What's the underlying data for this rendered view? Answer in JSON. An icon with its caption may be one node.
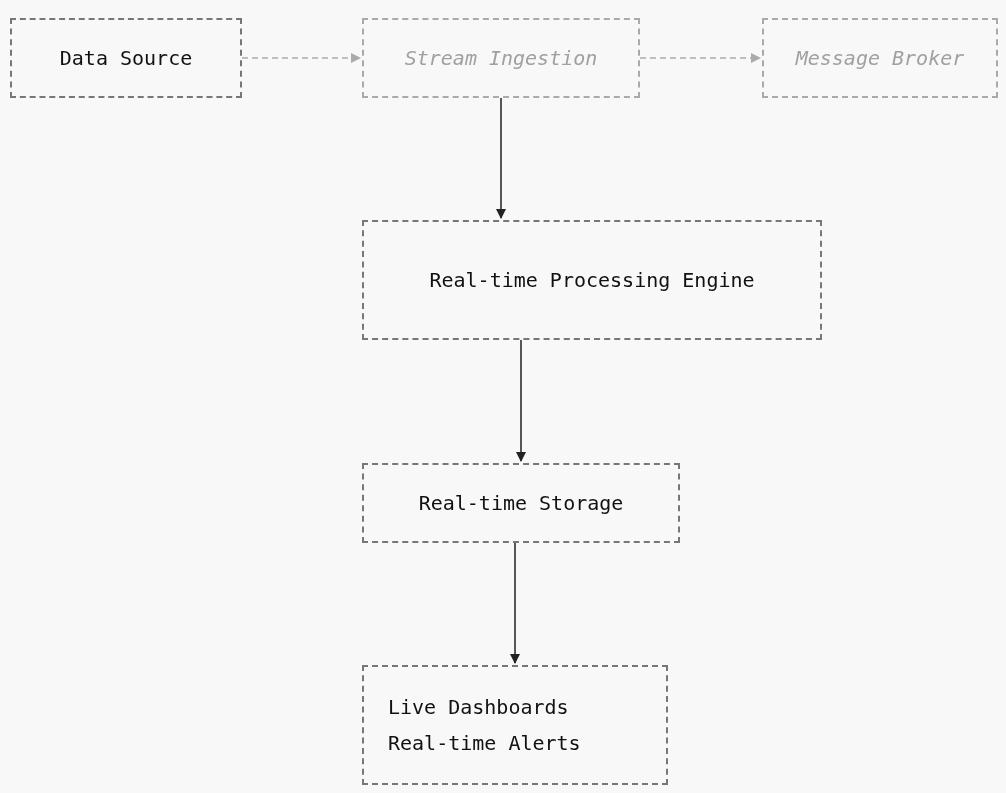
{
  "diagram": {
    "nodes": [
      {
        "text": [
          "Data Source"
        ]
      },
      {
        "text": [
          "Stream Ingestion"
        ]
      },
      {
        "text": [
          "Message Broker"
        ]
      },
      {
        "text": [
          "Real-time Processing Engine"
        ]
      },
      {
        "text": [
          "Real-time Storage"
        ]
      },
      {
        "text": [
          "Live Dashboards",
          "Real-time Alerts"
        ]
      }
    ],
    "edges": [
      {
        "from": 0,
        "to": 1,
        "arrow": "to",
        "style": "dashed",
        "color": "#aaaaaa"
      },
      {
        "from": 1,
        "to": 2,
        "arrow": "to",
        "style": "dashed",
        "color": "#aaaaaa"
      },
      {
        "from": 1,
        "to": 3,
        "arrow": "to"
      },
      {
        "from": 3,
        "to": 4,
        "arrow": "to"
      },
      {
        "from": 4,
        "to": 5,
        "arrow": "to"
      }
    ]
  }
}
